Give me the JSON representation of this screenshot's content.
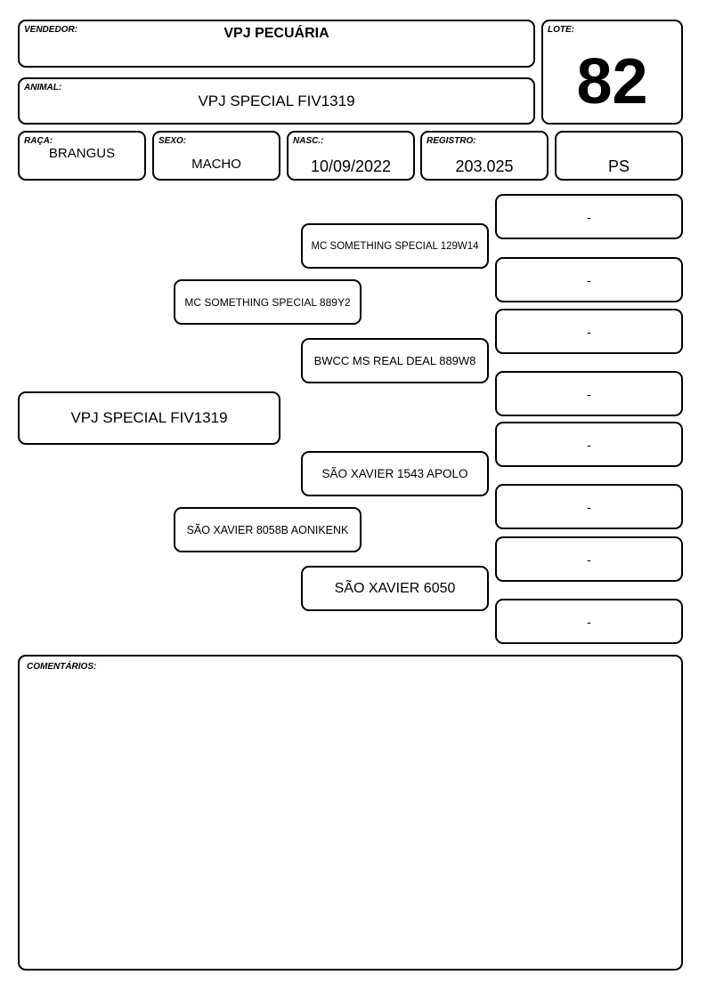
{
  "header": {
    "vendedor_label": "VENDEDOR:",
    "vendedor": "VPJ PECUÁRIA",
    "lote_label": "LOTE:",
    "lote": "82",
    "animal_label": "ANIMAL:",
    "animal": "VPJ SPECIAL FIV1319"
  },
  "info": {
    "raca_label": "RAÇA:",
    "raca": "BRANGUS",
    "sexo_label": "SEXO:",
    "sexo": "MACHO",
    "nasc_label": "NASC.:",
    "nasc": "10/09/2022",
    "registro_label": "REGISTRO:",
    "registro": "203.025",
    "tipo": "PS"
  },
  "pedigree": {
    "animal": "VPJ SPECIAL FIV1319",
    "sire": "MC SOMETHING SPECIAL 889Y2",
    "dam": "SÃO XAVIER 8058B AONIKENK",
    "sire_sire": "MC SOMETHING SPECIAL 129W14",
    "sire_dam": "BWCC MS REAL DEAL 889W8",
    "dam_sire": "SÃO XAVIER 1543 APOLO",
    "dam_dam": "SÃO XAVIER 6050",
    "great_grandparents": [
      "-",
      "-",
      "-",
      "-",
      "-",
      "-",
      "-",
      "-"
    ]
  },
  "comments": {
    "label": "COMENTÁRIOS:",
    "text": ""
  }
}
